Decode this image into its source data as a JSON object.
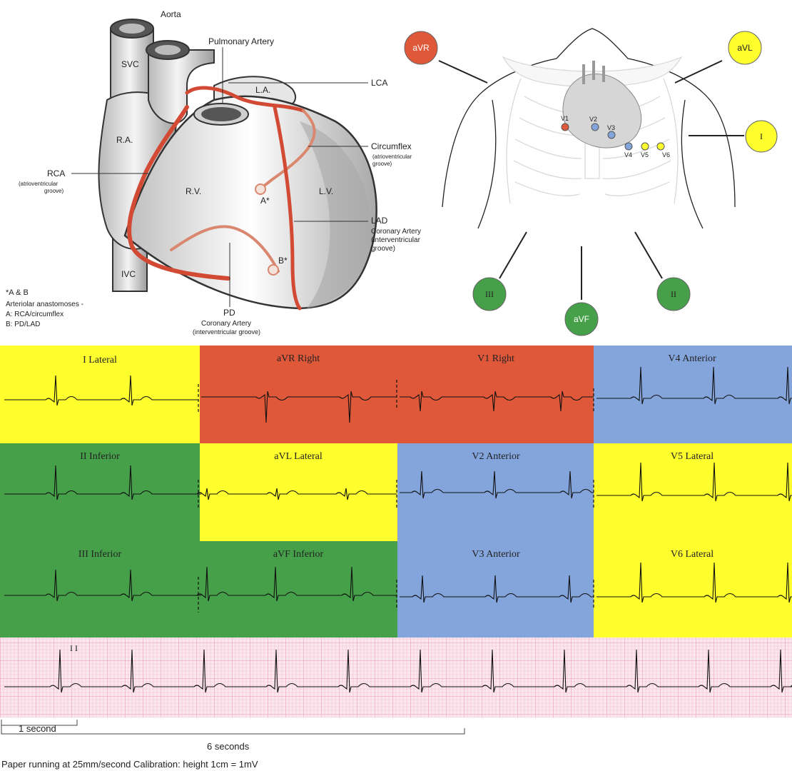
{
  "heart": {
    "labels": {
      "aorta": "Aorta",
      "pulmonary_artery": "Pulmonary Artery",
      "svc": "SVC",
      "la": "L.A.",
      "lca": "LCA",
      "ra": "R.A.",
      "circumflex": "Circumflex",
      "circumflex_sub1": "(atrioventricular",
      "circumflex_sub2": "groove)",
      "rca": "RCA",
      "rca_sub1": "(atrioventricular",
      "rca_sub2": "groove)",
      "rv": "R.V.",
      "lv": "L.V.",
      "a_star": "A*",
      "lad": "LAD",
      "lad_sub1": "Coronary Artery",
      "lad_sub2": "(interventricular",
      "lad_sub3": "groove)",
      "b_star": "B*",
      "ivc": "IVC",
      "pd": "PD",
      "pd_sub1": "Coronary Artery",
      "pd_sub2": "(interventricular groove)"
    },
    "note": {
      "title": "*A & B",
      "line1": "Arteriolar anastomoses -",
      "line2": "A: RCA/circumflex",
      "line3": "B: PD/LAD"
    }
  },
  "torso": {
    "limb_leads": {
      "avr": "aVR",
      "avl": "aVL",
      "i": "I",
      "iii": "III",
      "avf": "aVF",
      "ii": "II"
    },
    "precordial": [
      "V1",
      "V2",
      "V3",
      "V4",
      "V5",
      "V6"
    ]
  },
  "ecg_panels": {
    "i": "I Lateral",
    "avr": "aVR Right",
    "v1": "V1 Right",
    "v4": "V4 Anterior",
    "ii": "II Inferior",
    "avl": "aVL Lateral",
    "v2": "V2 Anterior",
    "v5": "V5 Lateral",
    "iii": "III Inferior",
    "avf": "aVF Inferior",
    "v3": "V3 Anterior",
    "v6": "V6 Lateral"
  },
  "rhythm_strip": {
    "lead_label": "I I",
    "one_second": "1 second",
    "six_seconds": "6 seconds",
    "caption": "Paper running at 25mm/second  Calibration: height 1cm = 1mV"
  },
  "colors": {
    "yellow": "#ffff2e",
    "red": "#e0583a",
    "blue": "#84a5dc",
    "green": "#46a04a",
    "artery": "#d24a33",
    "grid": "#f2a9bf",
    "paper": "#fbe7ee"
  }
}
